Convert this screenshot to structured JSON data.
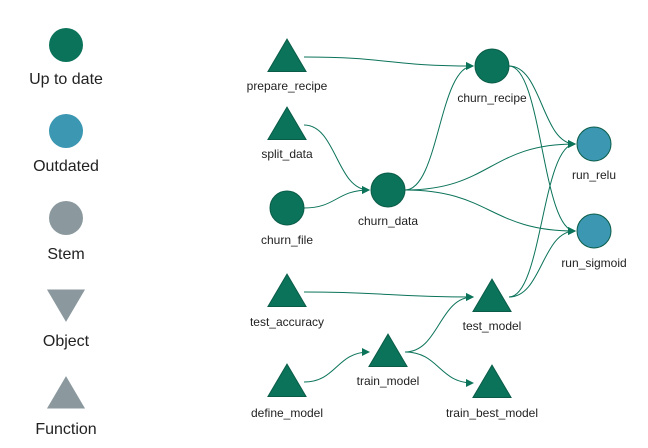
{
  "colors": {
    "up_to_date": "#0b735a",
    "outdated": "#3b97b2",
    "stem": "#8b999f",
    "edge": "#0b735a",
    "stroke": "#0a5c48"
  },
  "legend": [
    {
      "id": "up-to-date",
      "label": "Up to date",
      "shape": "circle",
      "status": "up_to_date"
    },
    {
      "id": "outdated",
      "label": "Outdated",
      "shape": "circle",
      "status": "outdated"
    },
    {
      "id": "stem",
      "label": "Stem",
      "shape": "circle",
      "status": "stem"
    },
    {
      "id": "object",
      "label": "Object",
      "shape": "triangle-down",
      "status": "stem"
    },
    {
      "id": "function",
      "label": "Function",
      "shape": "triangle-up",
      "status": "stem"
    }
  ],
  "nodes": [
    {
      "id": "prepare_recipe",
      "label": "prepare_recipe",
      "shape": "triangle-up",
      "status": "up_to_date"
    },
    {
      "id": "split_data",
      "label": "split_data",
      "shape": "triangle-up",
      "status": "up_to_date"
    },
    {
      "id": "churn_file",
      "label": "churn_file",
      "shape": "circle",
      "status": "up_to_date"
    },
    {
      "id": "test_accuracy",
      "label": "test_accuracy",
      "shape": "triangle-up",
      "status": "up_to_date"
    },
    {
      "id": "define_model",
      "label": "define_model",
      "shape": "triangle-up",
      "status": "up_to_date"
    },
    {
      "id": "churn_data",
      "label": "churn_data",
      "shape": "circle",
      "status": "up_to_date"
    },
    {
      "id": "train_model",
      "label": "train_model",
      "shape": "triangle-up",
      "status": "up_to_date"
    },
    {
      "id": "churn_recipe",
      "label": "churn_recipe",
      "shape": "circle",
      "status": "up_to_date"
    },
    {
      "id": "test_model",
      "label": "test_model",
      "shape": "triangle-up",
      "status": "up_to_date"
    },
    {
      "id": "train_best_model",
      "label": "train_best_model",
      "shape": "triangle-up",
      "status": "up_to_date"
    },
    {
      "id": "run_relu",
      "label": "run_relu",
      "shape": "circle",
      "status": "outdated"
    },
    {
      "id": "run_sigmoid",
      "label": "run_sigmoid",
      "shape": "circle",
      "status": "outdated"
    }
  ],
  "edges": [
    {
      "from": "prepare_recipe",
      "to": "churn_recipe"
    },
    {
      "from": "split_data",
      "to": "churn_data"
    },
    {
      "from": "churn_file",
      "to": "churn_data"
    },
    {
      "from": "churn_data",
      "to": "churn_recipe"
    },
    {
      "from": "churn_data",
      "to": "run_relu"
    },
    {
      "from": "churn_data",
      "to": "run_sigmoid"
    },
    {
      "from": "churn_recipe",
      "to": "run_relu"
    },
    {
      "from": "churn_recipe",
      "to": "run_sigmoid"
    },
    {
      "from": "test_accuracy",
      "to": "test_model"
    },
    {
      "from": "define_model",
      "to": "train_model"
    },
    {
      "from": "train_model",
      "to": "test_model"
    },
    {
      "from": "train_model",
      "to": "train_best_model"
    },
    {
      "from": "test_model",
      "to": "run_relu"
    },
    {
      "from": "test_model",
      "to": "run_sigmoid"
    }
  ]
}
